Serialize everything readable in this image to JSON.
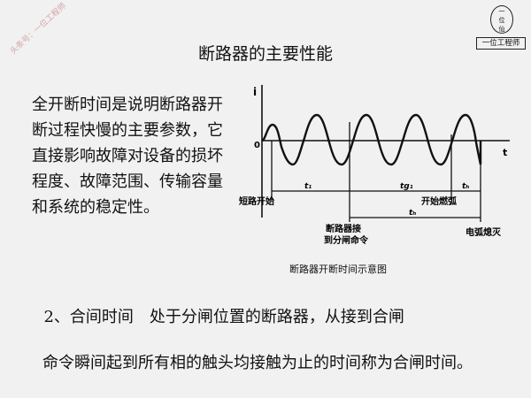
{
  "logo": {
    "top_char": "一",
    "mid_char": "位",
    "bottom_char": "仙",
    "label": "一位工程师"
  },
  "watermark": "头条号：一位工程师",
  "title": "断路器的主要性能",
  "paragraph1": "全开断时间是说明断路器开断过程快慢的主要参数，它直接影响故障对设备的损坏程度、故障范围、传输容量和系统的稳定性。",
  "diagram": {
    "axis_i": "i",
    "axis_origin": "0",
    "axis_t": "t",
    "t1_label": "t₁",
    "t2_label": "tg₁",
    "t3_label": "tₕ",
    "t4_label": "tₕ",
    "label_short_start": "短路开始",
    "label_arc_start": "开始燃弧",
    "label_breaker_cmd_1": "断路器接",
    "label_breaker_cmd_2": "到分闸命令",
    "label_arc_extinct": "电弧熄灭"
  },
  "caption": "断路器开断时间示意图",
  "paragraph2": {
    "line1": "2、合间时间　处于分闸位置的断路器，从接到合闸",
    "rest": "命令瞬间起到所有相的触头均接触为止的时间称为合闸时间。"
  }
}
